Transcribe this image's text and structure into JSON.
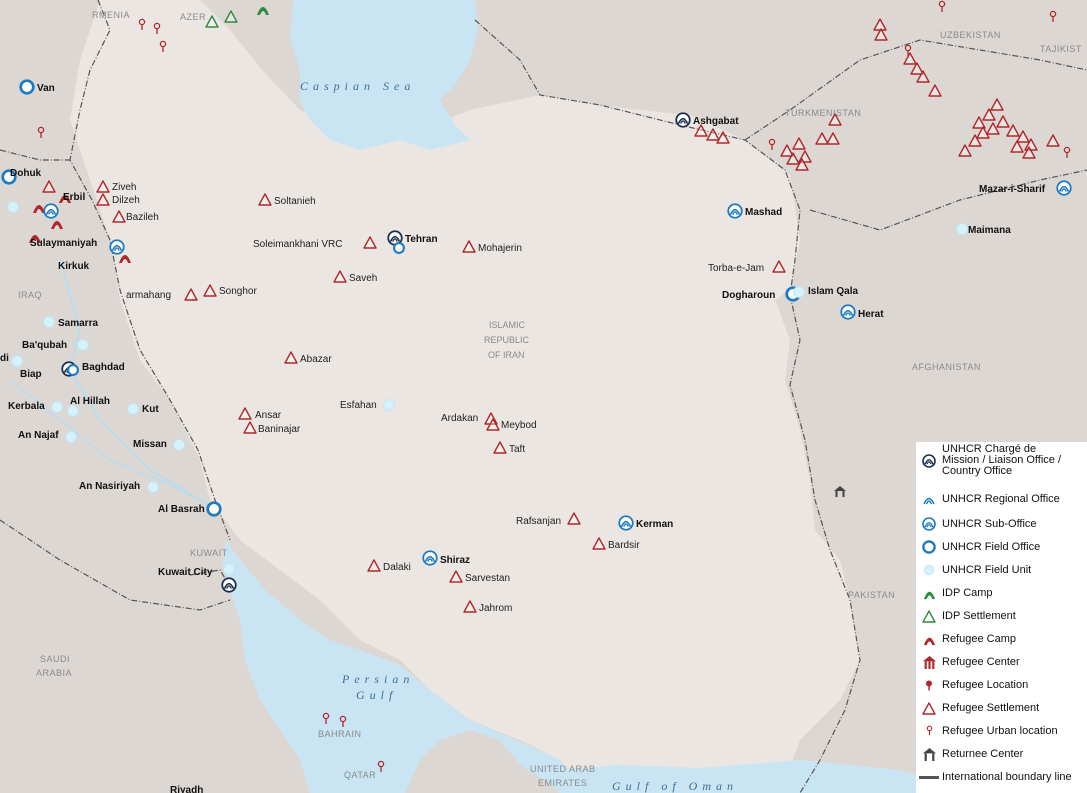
{
  "water": {
    "caspian": "Caspian Sea",
    "persian_gulf_1": "Persian",
    "persian_gulf_2": "Gulf",
    "gulf_of_oman": "Gulf of Oman"
  },
  "countries": {
    "armenia": "RMENIA",
    "azerbaijan": "AZER",
    "uzbekistan": "UZBEKISTAN",
    "tajikistan": "TAJIKIST",
    "turkmenistan": "TURKMENISTAN",
    "iraq": "IRAQ",
    "iran_1": "ISLAMIC",
    "iran_2": "REPUBLIC",
    "iran_3": "OF IRAN",
    "afghanistan": "AFGHANISTAN",
    "kuwait": "KUWAIT",
    "pakistan": "PAKISTAN",
    "saudi_1": "SAUDI",
    "saudi_2": "ARABIA",
    "bahrain": "BAHRAIN",
    "qatar": "QATAR",
    "uae_1": "UNITED ARAB",
    "uae_2": "EMIRATES"
  },
  "places": {
    "van": "Van",
    "dohuk": "Dohuk",
    "erbil": "Erbil",
    "sulaymaniyah": "Sulaymaniyah",
    "kirkuk": "Kirkuk",
    "ziveh": "Ziveh",
    "dilzeh": "Dilzeh",
    "bazileh": "Bazileh",
    "soltanieh": "Soltanieh",
    "soleimankhani": "Soleimankhani VRC",
    "tehran": "Tehran",
    "mohajerin": "Mohajerin",
    "saveh": "Saveh",
    "sarmahang": "armahang",
    "songhor": "Songhor",
    "samarra": "Samarra",
    "baqubah": "Ba'qubah",
    "di": "di",
    "baghdad": "Baghdad",
    "biap": "Biap",
    "kerbala": "Kerbala",
    "al_hillah": "Al Hillah",
    "kut": "Kut",
    "an_najaf": "An Najaf",
    "missan": "Missan",
    "an_nasiriyah": "An Nasiriyah",
    "al_basrah": "Al Basrah",
    "kuwait_city": "Kuwait City",
    "riyadh": "Riyadh",
    "abazar": "Abazar",
    "ansar": "Ansar",
    "baninajar": "Baninajar",
    "esfahan": "Esfahan",
    "ardakan": "Ardakan",
    "meybod": "Meybod",
    "taft": "Taft",
    "rafsanjan": "Rafsanjan",
    "kerman": "Kerman",
    "bardsir": "Bardsir",
    "dalaki": "Dalaki",
    "shiraz": "Shiraz",
    "sarvestan": "Sarvestan",
    "jahrom": "Jahrom",
    "ashgabat": "Ashgabat",
    "mashad": "Mashad",
    "torba_e_jam": "Torba-e-Jam",
    "dogharoun": "Dogharoun",
    "islam_qala": "Islam Qala",
    "herat": "Herat",
    "mazar": "Mazar-i-Sharif",
    "maimana": "Maimana"
  },
  "colors": {
    "water": "#c9e5f4",
    "land": "#e9e2de",
    "land_outside": "#ddd7d3",
    "unhcr_blue": "#1f7bc1",
    "unhcr_navy": "#1c2f4e",
    "refugee_red": "#b0282b",
    "idp_green": "#2e8b3f",
    "field_unit": "#cdeef8"
  },
  "legend": {
    "items": [
      {
        "icon": "unhcr-office-icon",
        "label_1": "UNHCR Chargé de",
        "label_2": "Mission / Liaison Office /",
        "label_3": "Country Office"
      },
      {
        "icon": "regional-office-icon",
        "label": "UNHCR Regional Office"
      },
      {
        "icon": "sub-office-icon",
        "label": "UNHCR Sub-Office"
      },
      {
        "icon": "field-office-icon",
        "label": "UNHCR Field Office"
      },
      {
        "icon": "field-unit-icon",
        "label": "UNHCR Field Unit"
      },
      {
        "icon": "idp-camp-icon",
        "label": "IDP Camp"
      },
      {
        "icon": "idp-settlement-icon",
        "label": "IDP Settlement"
      },
      {
        "icon": "refugee-camp-icon",
        "label": "Refugee Camp"
      },
      {
        "icon": "refugee-center-icon",
        "label": "Refugee Center"
      },
      {
        "icon": "refugee-location-icon",
        "label": "Refugee Location"
      },
      {
        "icon": "refugee-settlement-icon",
        "label": "Refugee Settlement"
      },
      {
        "icon": "refugee-urban-location-icon",
        "label": "Refugee Urban location"
      },
      {
        "icon": "returnee-center-icon",
        "label": "Returnee Center"
      },
      {
        "icon": "international-boundary-icon",
        "label": "International boundary line"
      }
    ]
  }
}
